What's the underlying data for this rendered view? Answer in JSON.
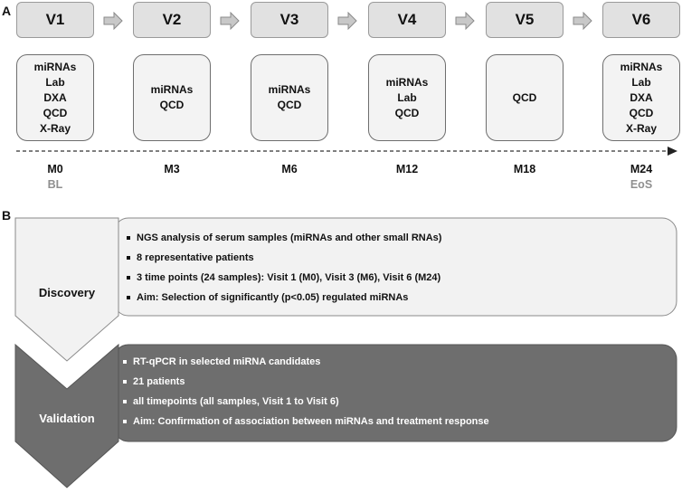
{
  "panel_a": {
    "label": "A",
    "visits": [
      {
        "name": "V1",
        "tests": [
          "miRNAs",
          "Lab",
          "DXA",
          "QCD",
          "X-Ray"
        ],
        "month": "M0",
        "sub": "BL"
      },
      {
        "name": "V2",
        "tests": [
          "miRNAs",
          "QCD"
        ],
        "month": "M3",
        "sub": ""
      },
      {
        "name": "V3",
        "tests": [
          "miRNAs",
          "QCD"
        ],
        "month": "M6",
        "sub": ""
      },
      {
        "name": "V4",
        "tests": [
          "miRNAs",
          "Lab",
          "QCD"
        ],
        "month": "M12",
        "sub": ""
      },
      {
        "name": "V5",
        "tests": [
          "QCD"
        ],
        "month": "M18",
        "sub": ""
      },
      {
        "name": "V6",
        "tests": [
          "miRNAs",
          "Lab",
          "DXA",
          "QCD",
          "X-Ray"
        ],
        "month": "M24",
        "sub": "EoS"
      }
    ]
  },
  "panel_b": {
    "label": "B",
    "discovery": {
      "title": "Discovery",
      "bullets": [
        "NGS analysis of serum samples (miRNAs and other small RNAs)",
        "8 representative patients",
        "3 time points (24 samples): Visit 1 (M0), Visit 3 (M6), Visit 6 (M24)",
        "Aim: Selection of significantly (p<0.05) regulated miRNAs"
      ]
    },
    "validation": {
      "title": "Validation",
      "bullets": [
        "RT-qPCR in selected  miRNA candidates",
        "21 patients",
        "all timepoints (all samples, Visit 1 to Visit 6)",
        "Aim: Confirmation of association between miRNAs and treatment response"
      ]
    }
  },
  "colors": {
    "visit_fill": "#e1e1e1",
    "test_fill": "#f3f3f3",
    "arrow_fill": "#c8c8c8",
    "discovery_fill": "#f2f2f2",
    "validation_fill": "#6e6e6e",
    "sub_text": "#8f8f8f"
  }
}
